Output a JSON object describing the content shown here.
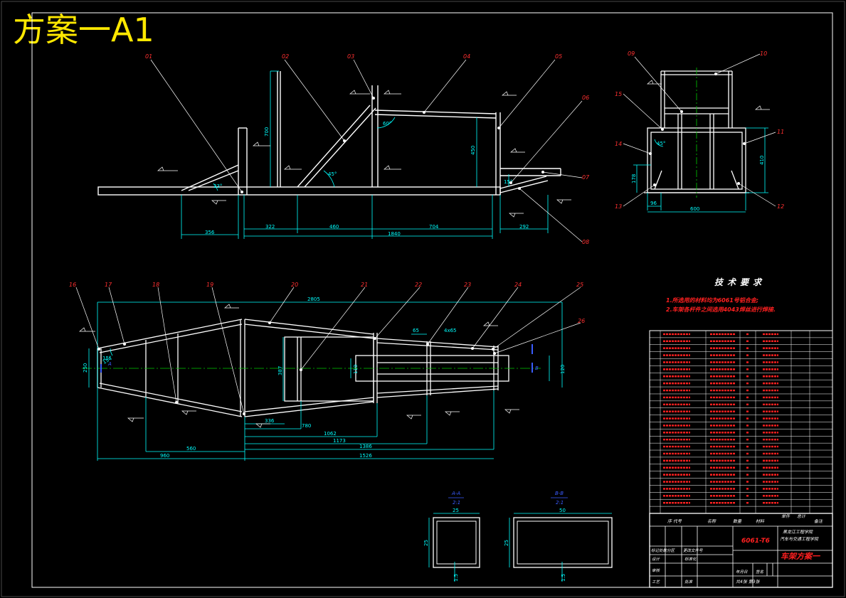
{
  "sheet": {
    "title": "方案一A1",
    "colors": {
      "background": "#000000",
      "lines": "#ffffff",
      "dimensions": "#00ffff",
      "title": "#ffe800",
      "notes": "#ff2020",
      "centerline": "#00cc00",
      "section_labels": "#3a5cff"
    }
  },
  "side_view": {
    "balloons": [
      "01",
      "02",
      "03",
      "04",
      "05",
      "06",
      "07",
      "08"
    ],
    "dims": {
      "d356": "356",
      "d322": "322",
      "d460": "460",
      "d704": "704",
      "d1840": "1840",
      "d292": "292",
      "d700": "700",
      "d450": "450",
      "d60": "60°",
      "d45": "45°",
      "d23": "23°",
      "d15": "15°"
    }
  },
  "end_view": {
    "balloons": [
      "09",
      "10",
      "11",
      "12",
      "13",
      "14",
      "15"
    ],
    "dims": {
      "d410": "410",
      "d178": "178",
      "d96": "96",
      "d600": "600",
      "d45": "45°"
    }
  },
  "plan_view": {
    "balloons": [
      "16",
      "17",
      "18",
      "19",
      "20",
      "21",
      "22",
      "23",
      "24",
      "25",
      "26"
    ],
    "dims": {
      "d2805": "2805",
      "d250": "250",
      "d387": "387",
      "d110": "110",
      "d120": "120",
      "d65": "65",
      "d4x65": "4x65",
      "d336": "336",
      "d780": "780",
      "d1062": "1062",
      "d1173": "1173",
      "d1386": "1386",
      "d1526": "1526",
      "d960": "960",
      "d560": "560",
      "d15": "15°",
      "d154": "154"
    },
    "section_marks": {
      "a": "A",
      "b": "B"
    }
  },
  "sections": {
    "a": {
      "label": "A-A",
      "scale": "2:1",
      "width": "25",
      "height": "25",
      "thick": "1.5"
    },
    "b": {
      "label": "B-B",
      "scale": "2:1",
      "width": "50",
      "height": "25",
      "thick": "1.5"
    }
  },
  "tech_requirements": {
    "title": "技术要求",
    "notes": [
      "1.所选用的材料均为6061号铝合金;",
      "2.车架各杆件之间选用4043焊丝进行焊接."
    ]
  },
  "title_block": {
    "drawing_no": "6061-T6",
    "school": [
      "黑龙江工程学院",
      "汽车与交通工程学院"
    ],
    "drawing_name": "车架方案一",
    "sheet_info": "共4张 第3张",
    "header_labels": [
      "序",
      "代号",
      "名称",
      "数量",
      "材料",
      "单件",
      "总计",
      "备注"
    ],
    "sign_labels": [
      "标记处数分区",
      "更改文件号",
      "签名",
      "年月日",
      "设计",
      "标准化",
      "审核",
      "工艺",
      "批准"
    ]
  }
}
